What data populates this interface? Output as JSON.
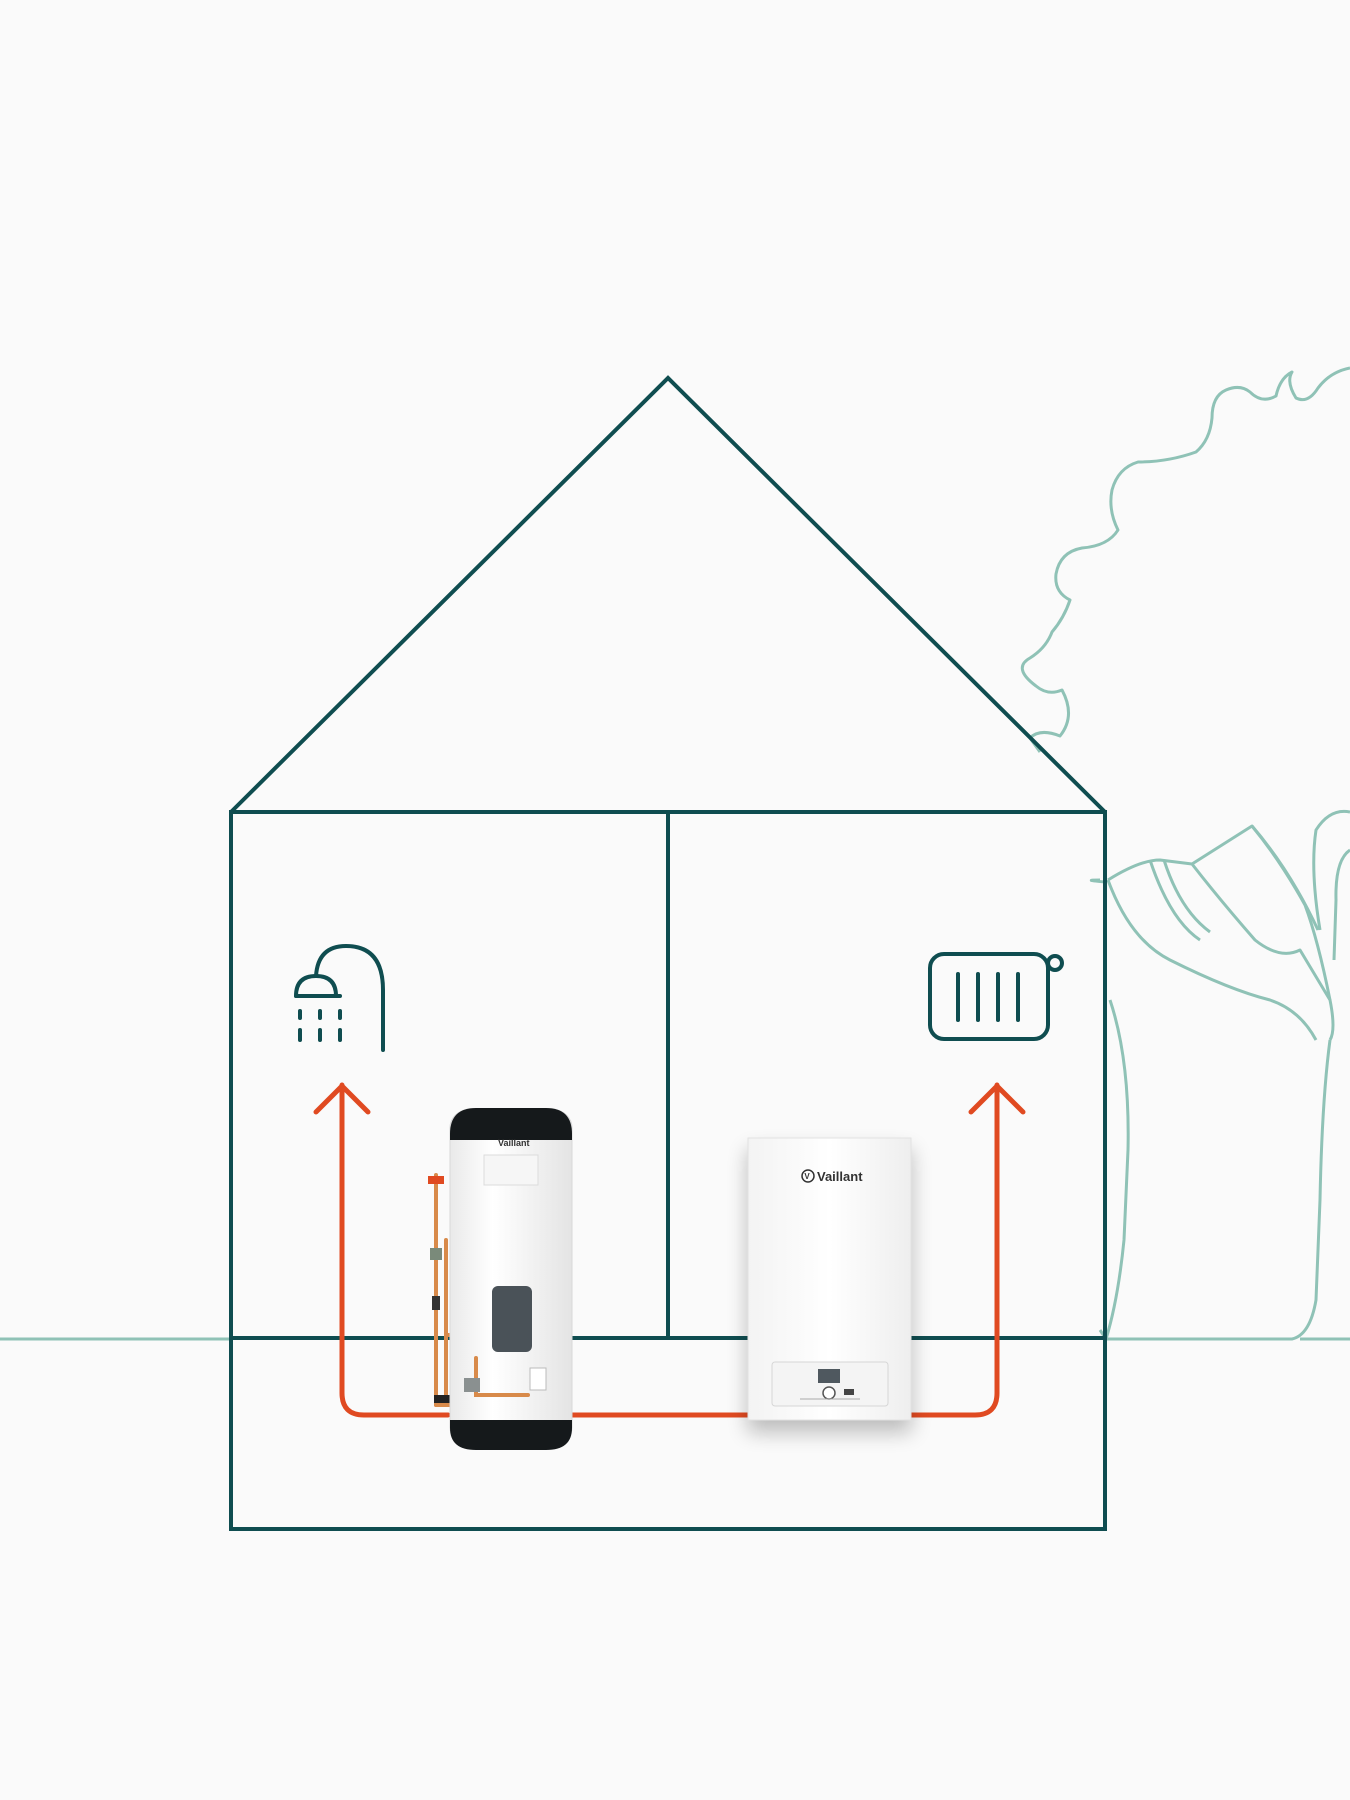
{
  "colors": {
    "background": "#fafafa",
    "house_outline": "#0f4d50",
    "tree_outline": "#8fc2b6",
    "ground_line": "#8fc2b6",
    "flow_arrows": "#e04a21",
    "appliance_white": "#ffffff",
    "cylinder_cap": "#15191b",
    "display_panel": "#4a5258",
    "copper_pipe": "#d88a4a"
  },
  "icons": {
    "left_room": "shower-icon",
    "right_room": "radiator-icon"
  },
  "appliances": {
    "cylinder": {
      "name": "hot-water-cylinder",
      "brand_label": "Vaillant"
    },
    "boiler": {
      "name": "electric-boiler",
      "brand_label": "Vaillant"
    }
  }
}
